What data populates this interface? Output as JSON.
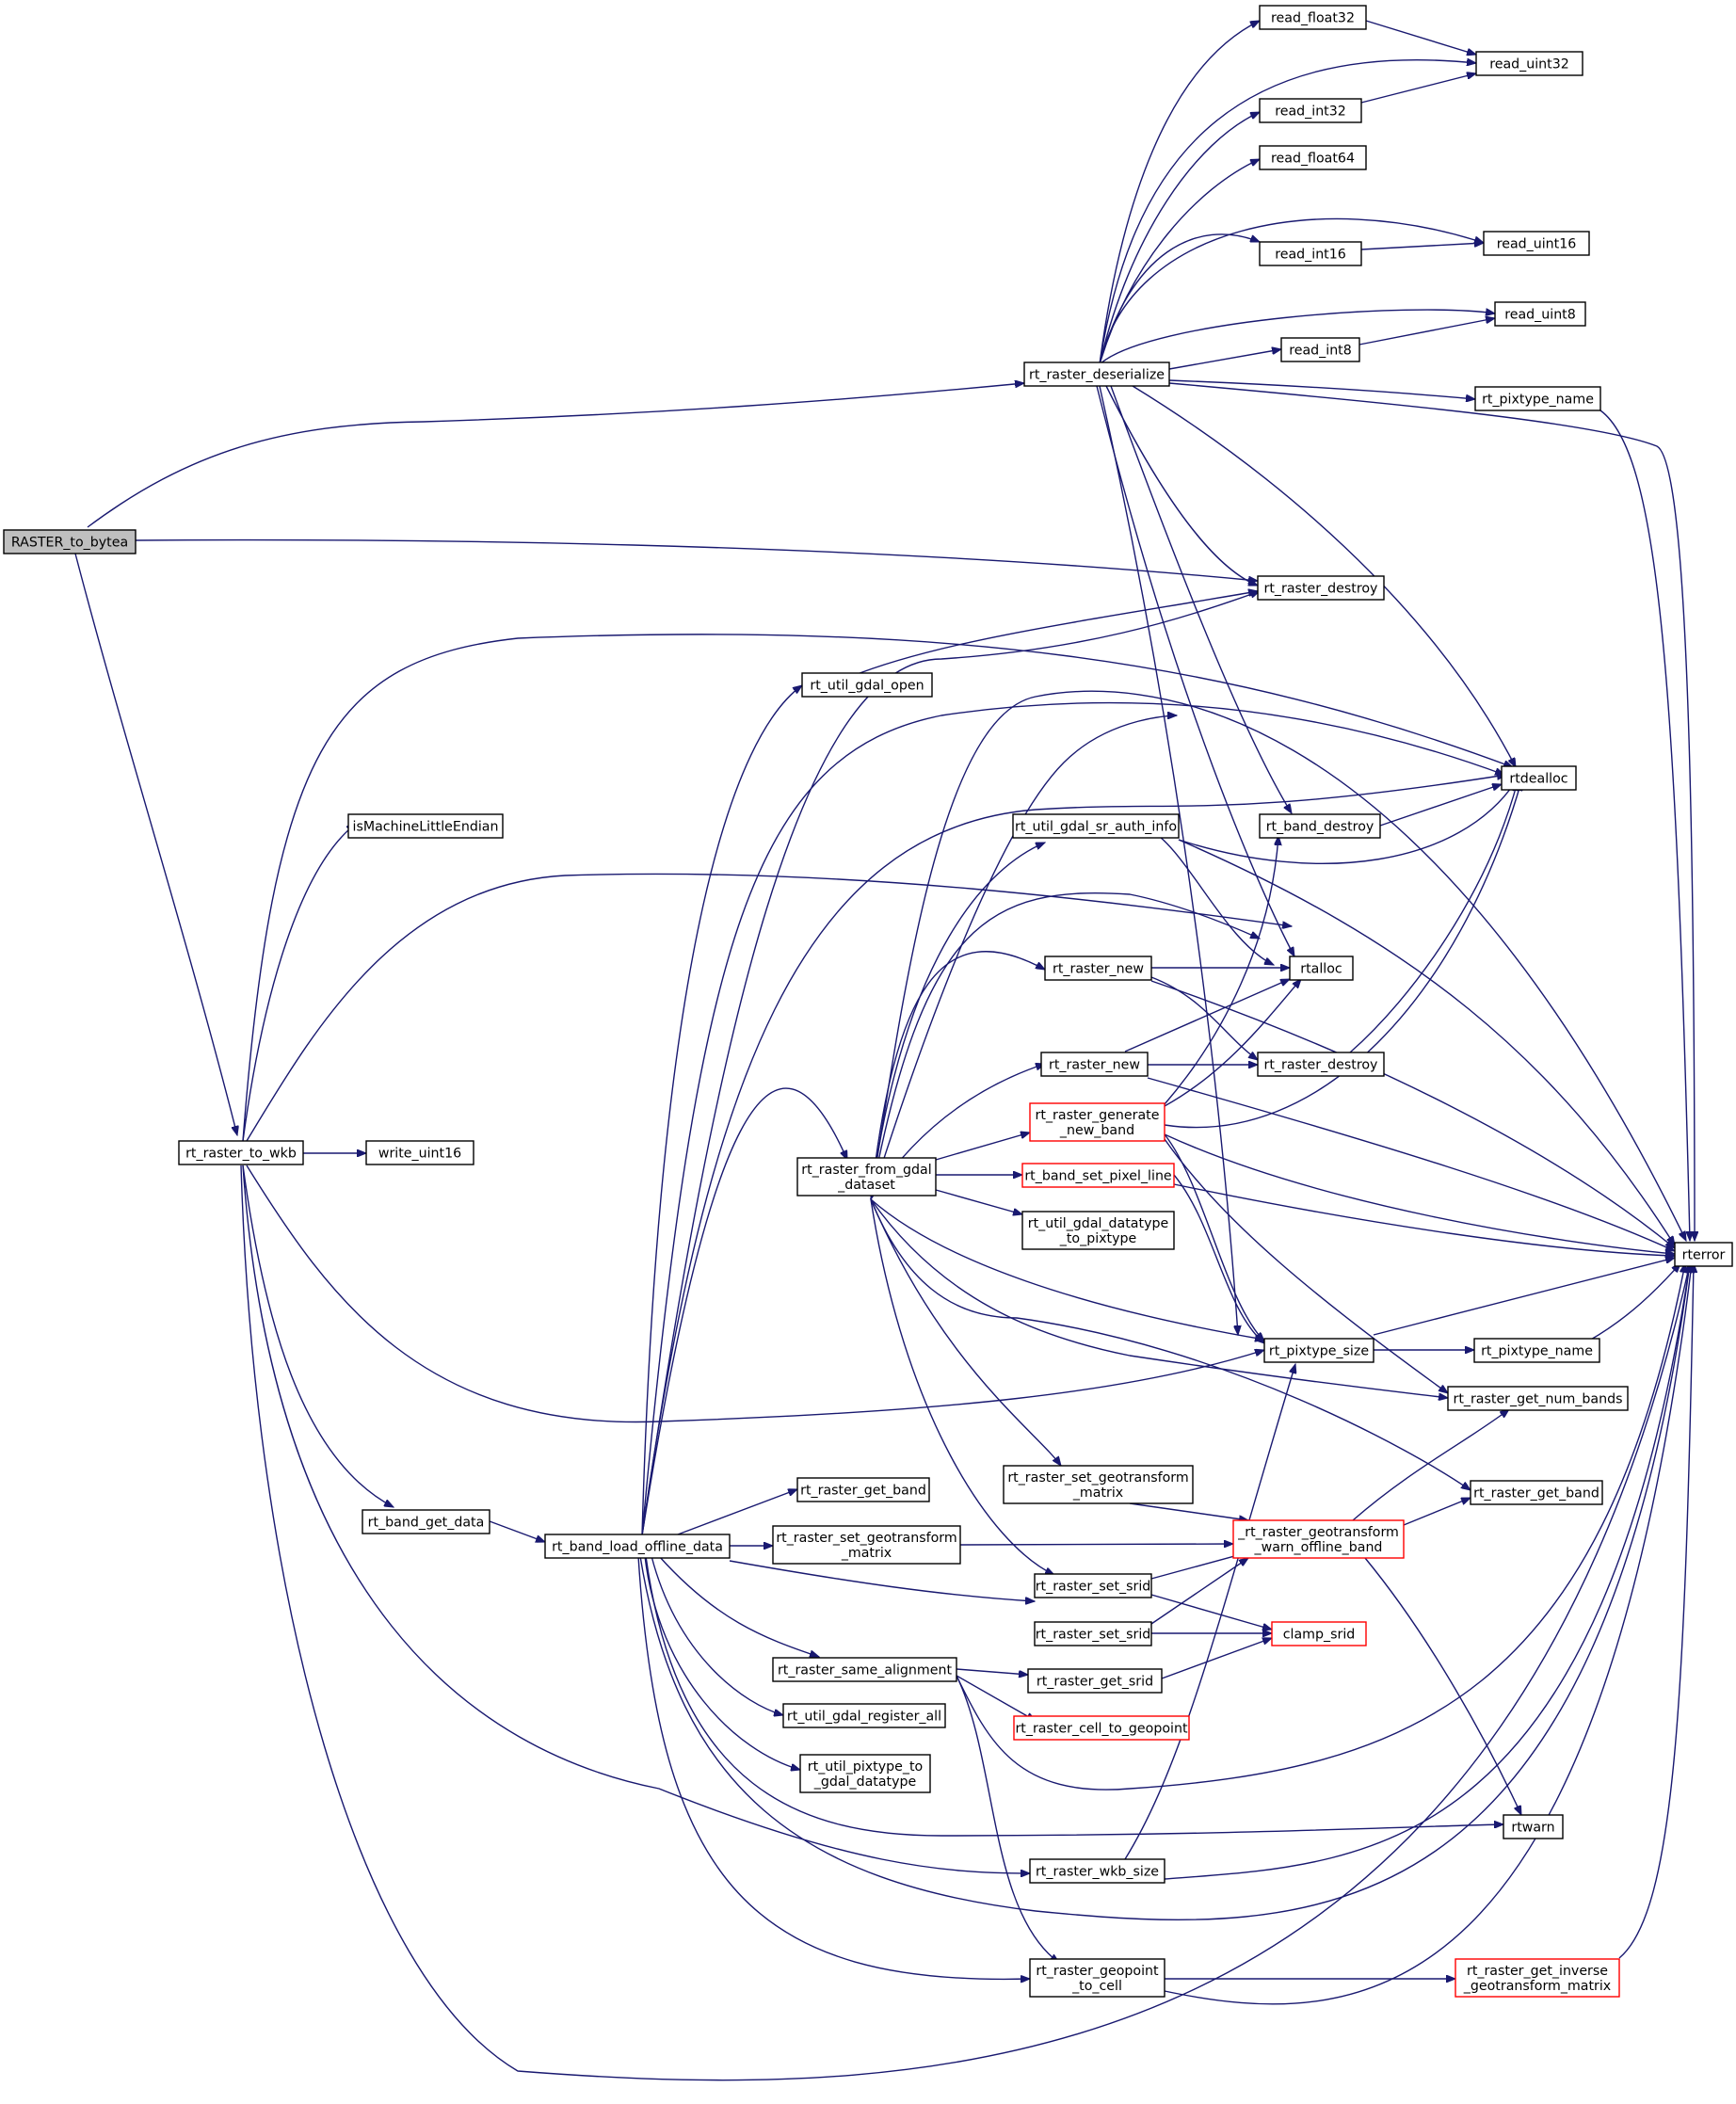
{
  "colors": {
    "edge": "#191970",
    "node_border": "#000000",
    "truncated_node_border": "#ff0000",
    "root_fill": "#bfbfbf",
    "node_fill": "#ffffff"
  },
  "diagram": {
    "nodes": [
      {
        "id": "raster_to_bytea",
        "lines": [
          "RASTER_to_bytea"
        ],
        "root": true
      },
      {
        "id": "rt_raster_to_wkb",
        "lines": [
          "rt_raster_to_wkb"
        ]
      },
      {
        "id": "rt_raster_deserialize",
        "lines": [
          "rt_raster_deserialize"
        ]
      },
      {
        "id": "read_float32",
        "lines": [
          "read_float32"
        ]
      },
      {
        "id": "read_uint32",
        "lines": [
          "read_uint32"
        ]
      },
      {
        "id": "read_int32",
        "lines": [
          "read_int32"
        ]
      },
      {
        "id": "read_float64",
        "lines": [
          "read_float64"
        ]
      },
      {
        "id": "read_int16",
        "lines": [
          "read_int16"
        ]
      },
      {
        "id": "read_uint16",
        "lines": [
          "read_uint16"
        ]
      },
      {
        "id": "read_uint8",
        "lines": [
          "read_uint8"
        ]
      },
      {
        "id": "read_int8",
        "lines": [
          "read_int8"
        ]
      },
      {
        "id": "rt_pixtype_name_a",
        "lines": [
          "rt_pixtype_name"
        ]
      },
      {
        "id": "rt_raster_destroy_a",
        "lines": [
          "rt_raster_destroy"
        ]
      },
      {
        "id": "rt_util_gdal_open",
        "lines": [
          "rt_util_gdal_open"
        ]
      },
      {
        "id": "rtdealloc",
        "lines": [
          "rtdealloc"
        ]
      },
      {
        "id": "ismachinelittleendian",
        "lines": [
          "isMachineLittleEndian"
        ]
      },
      {
        "id": "rt_util_gdal_sr_auth_info",
        "lines": [
          "rt_util_gdal_sr_auth_info"
        ]
      },
      {
        "id": "rt_band_destroy",
        "lines": [
          "rt_band_destroy"
        ]
      },
      {
        "id": "rt_raster_new_a",
        "lines": [
          "rt_raster_new"
        ]
      },
      {
        "id": "rtalloc",
        "lines": [
          "rtalloc"
        ]
      },
      {
        "id": "rt_raster_new_b",
        "lines": [
          "rt_raster_new"
        ]
      },
      {
        "id": "rt_raster_destroy_b",
        "lines": [
          "rt_raster_destroy"
        ]
      },
      {
        "id": "rt_raster_generate_new_band",
        "lines": [
          "rt_raster_generate",
          "_new_band"
        ],
        "truncated": true
      },
      {
        "id": "write_uint16",
        "lines": [
          "write_uint16"
        ]
      },
      {
        "id": "rt_raster_from_gdal_dataset",
        "lines": [
          "rt_raster_from_gdal",
          "_dataset"
        ]
      },
      {
        "id": "rt_band_set_pixel_line",
        "lines": [
          "rt_band_set_pixel_line"
        ],
        "truncated": true
      },
      {
        "id": "rt_util_gdal_datatype_to_pixtype",
        "lines": [
          "rt_util_gdal_datatype",
          "_to_pixtype"
        ]
      },
      {
        "id": "rterror",
        "lines": [
          "rterror"
        ]
      },
      {
        "id": "rt_pixtype_size",
        "lines": [
          "rt_pixtype_size"
        ]
      },
      {
        "id": "rt_pixtype_name_b",
        "lines": [
          "rt_pixtype_name"
        ]
      },
      {
        "id": "rt_raster_get_num_bands",
        "lines": [
          "rt_raster_get_num_bands"
        ]
      },
      {
        "id": "rt_raster_set_geotransform_matrix_a",
        "lines": [
          "rt_raster_set_geotransform",
          "_matrix"
        ]
      },
      {
        "id": "rt_raster_get_band_b",
        "lines": [
          "rt_raster_get_band"
        ]
      },
      {
        "id": "rt_raster_get_band_a",
        "lines": [
          "rt_raster_get_band"
        ]
      },
      {
        "id": "rt_band_get_data",
        "lines": [
          "rt_band_get_data"
        ]
      },
      {
        "id": "rt_band_load_offline_data",
        "lines": [
          "rt_band_load_offline_data"
        ]
      },
      {
        "id": "rt_raster_set_geotransform_matrix_b",
        "lines": [
          "rt_raster_set_geotransform",
          "_matrix"
        ]
      },
      {
        "id": "rt_raster_geotransform_warn_offline_band",
        "lines": [
          "_rt_raster_geotransform",
          "_warn_offline_band"
        ],
        "truncated": true
      },
      {
        "id": "rt_raster_set_srid_a",
        "lines": [
          "rt_raster_set_srid"
        ]
      },
      {
        "id": "rt_raster_set_srid_b",
        "lines": [
          "rt_raster_set_srid"
        ]
      },
      {
        "id": "clamp_srid",
        "lines": [
          "clamp_srid"
        ],
        "truncated": true
      },
      {
        "id": "rt_raster_same_alignment",
        "lines": [
          "rt_raster_same_alignment"
        ]
      },
      {
        "id": "rt_raster_get_srid",
        "lines": [
          "rt_raster_get_srid"
        ]
      },
      {
        "id": "rt_util_gdal_register_all",
        "lines": [
          "rt_util_gdal_register_all"
        ]
      },
      {
        "id": "rt_raster_cell_to_geopoint",
        "lines": [
          "rt_raster_cell_to_geopoint"
        ],
        "truncated": true
      },
      {
        "id": "rt_util_pixtype_to_gdal_datatype",
        "lines": [
          "rt_util_pixtype_to",
          "_gdal_datatype"
        ]
      },
      {
        "id": "rtwarn",
        "lines": [
          "rtwarn"
        ]
      },
      {
        "id": "rt_raster_wkb_size",
        "lines": [
          "rt_raster_wkb_size"
        ]
      },
      {
        "id": "rt_raster_geopoint_to_cell",
        "lines": [
          "rt_raster_geopoint",
          "_to_cell"
        ]
      },
      {
        "id": "rt_raster_get_inverse_geotransform_matrix",
        "lines": [
          "rt_raster_get_inverse",
          "_geotransform_matrix"
        ],
        "truncated": true
      }
    ]
  }
}
